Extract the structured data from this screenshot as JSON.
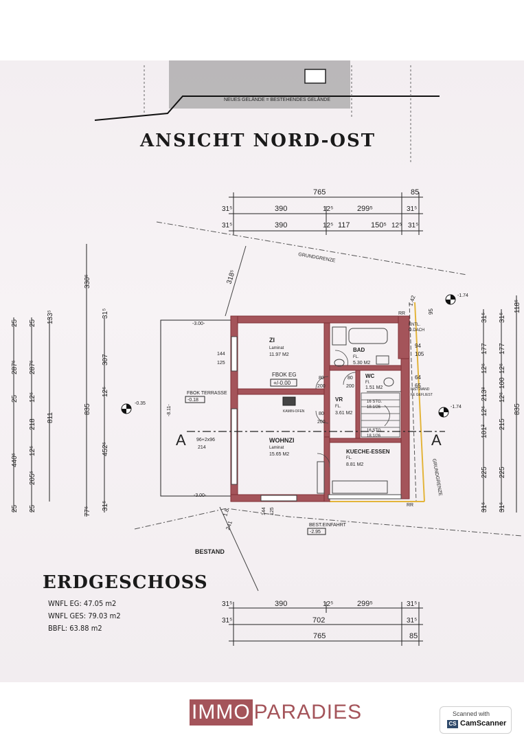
{
  "titles": {
    "elevation": "ANSICHT NORD-OST",
    "floor": "ERDGESCHOSS",
    "terrain_note": "NEUES GELÄNDE = BESTEHENDES GELÄNDE"
  },
  "areas": {
    "wnfl_eg": "WNFL EG: 47.05 m2",
    "wnfl_ges": "WNFL GES: 79.03 m2",
    "bbfl": "BBFL: 63.88 m2"
  },
  "rooms": {
    "zi": {
      "name": "ZI",
      "floor": "Laminat",
      "area": "11.97 M2"
    },
    "bad": {
      "name": "BAD",
      "floor": "FL.",
      "area": "5.30 M2"
    },
    "wc": {
      "name": "WC",
      "floor": "Fl.",
      "area": "1.51 M2"
    },
    "vr": {
      "name": "VR",
      "floor": "FL.",
      "area": "3.61 M2"
    },
    "wohnzi": {
      "name": "WOHNZI",
      "floor": "Laminat",
      "area": "15.65 M2"
    },
    "kueche": {
      "name": "KUECHE-ESSEN",
      "floor": "FL.",
      "area": "8.81 M2"
    }
  },
  "annotations": {
    "fbok_eg": "FBOK EG",
    "fbok_eg_val": "+/-0.00",
    "fbok_terrasse": "FBOK TERRASSE",
    "fbok_terrasse_val": "-0.18",
    "grundgrenze": "GRUNDGRENZE",
    "grundgrenze_right": "GRUNDGRENZE",
    "bestand": "BESTAND",
    "einfahrt": "BEST.EINFAHRT",
    "einfahrt_val": "-2.95",
    "kamin": "KAMIN-OFEN",
    "entl": "ENTL.",
    "entl_dach": "O.DACH",
    "inst_wand": "INST.WAND",
    "fe_gefliest": "FE GEFLIEST",
    "stg1": "16 STG.",
    "stg1b": "18.1/26",
    "stg2": "16 STG.",
    "stg2b": "18.1/26",
    "section_a_left": "A",
    "section_a_right": "A",
    "level_left": "-0.35",
    "level_right_top": "-1.74",
    "level_right_mid": "-1.74",
    "level_top_left": "-3.00-",
    "level_bottom_left": "-3.00-",
    "level_811": "-8.11-",
    "rr_top": "RR",
    "rr_bottom": "RR",
    "window_2x96": "96+2x96",
    "window_214": "214",
    "door_80a": "80",
    "door_200a": "200",
    "door_80b": "80",
    "door_200b": "200",
    "door_80c": "80",
    "door_200c": "200",
    "top_144": "144",
    "top_125": "125",
    "bot_144": "144",
    "bot_125": "125"
  },
  "dimensions": {
    "top_total": "765",
    "top_85": "85",
    "top_row1": [
      "31⁵",
      "390",
      "12⁵",
      "299⁵",
      "31⁵"
    ],
    "top_row2": [
      "31⁵",
      "390",
      "12⁵",
      "117",
      "150⁵",
      "12⁵",
      "31⁵"
    ],
    "bottom_row1": [
      "31⁵",
      "390",
      "12⁵",
      "299⁵",
      "31⁵"
    ],
    "bottom_row2": [
      "31⁵",
      "702",
      "31⁵"
    ],
    "bottom_total": "765",
    "bottom_85": "85",
    "left_col1": [
      "25",
      "287⁵",
      "25",
      "440⁵",
      "25"
    ],
    "left_col2": [
      "25",
      "287⁵",
      "12⁵",
      "218",
      "12⁵",
      "205⁵",
      "25"
    ],
    "left_col3": [
      "133⁵",
      "811"
    ],
    "left_col4": [
      "330⁵",
      "835",
      "77⁶"
    ],
    "left_col5": [
      "31⁵",
      "307",
      "12⁵",
      "452⁵",
      "31⁵"
    ],
    "right_col1": [
      "31⁵",
      "177",
      "12⁵",
      "213⁸",
      "12⁵",
      "101²",
      "225",
      "31⁵"
    ],
    "right_col2": [
      "31⁵",
      "177",
      "12⁵",
      "100",
      "12⁵",
      "215",
      "225",
      "31⁵"
    ],
    "right_col3": [
      "118⁵",
      "835"
    ],
    "slanted_318": "318⁵",
    "slanted_142": "1.42",
    "slanted_241": "241",
    "slanted_18": "1.8",
    "stair_94": "94",
    "stair_95": "95",
    "stair_105": "105",
    "stair_64": "64",
    "stair_65": "65"
  },
  "branding": {
    "immo": "IMMO",
    "paradies": "PARADIES",
    "scanned_with": "Scanned with",
    "cs": "CS",
    "camscanner": "CamScanner"
  },
  "colors": {
    "wall": "#a4545a",
    "wall_dark": "#7f2f35",
    "boundary": "#e3b43a",
    "brand": "#a4545a"
  }
}
